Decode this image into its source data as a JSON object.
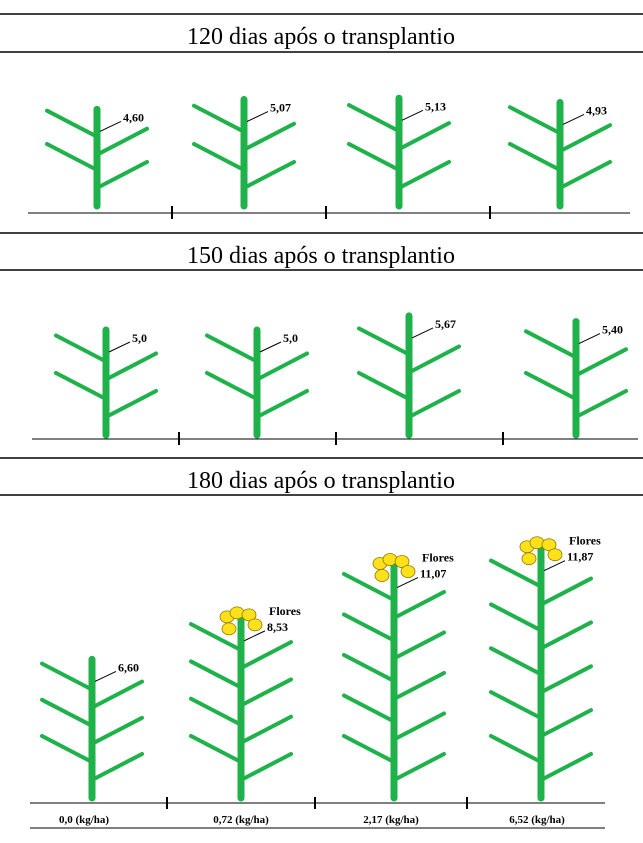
{
  "panels": [
    {
      "title": "120 dias após o transplantio",
      "plants": [
        {
          "value": 4.6,
          "label": "4,60",
          "flowers": false
        },
        {
          "value": 5.07,
          "label": "5,07",
          "flowers": false
        },
        {
          "value": 5.13,
          "label": "5,13",
          "flowers": false
        },
        {
          "value": 4.93,
          "label": "4,93",
          "flowers": false
        }
      ]
    },
    {
      "title": "150 dias após o transplantio",
      "plants": [
        {
          "value": 5.0,
          "label": "5,0",
          "flowers": false
        },
        {
          "value": 5.0,
          "label": "5,0",
          "flowers": false
        },
        {
          "value": 5.67,
          "label": "5,67",
          "flowers": false
        },
        {
          "value": 5.4,
          "label": "5,40",
          "flowers": false
        }
      ]
    },
    {
      "title": "180 dias após o transplantio",
      "plants": [
        {
          "value": 6.6,
          "label": "6,60",
          "flowers": false
        },
        {
          "value": 8.53,
          "label": "8,53",
          "flowers": true
        },
        {
          "value": 11.07,
          "label": "11,07",
          "flowers": true
        },
        {
          "value": 11.87,
          "label": "11,87",
          "flowers": true
        }
      ]
    }
  ],
  "flower_label": "Flores",
  "doses": [
    "0,0 (kg/ha)",
    "0,72 (kg/ha)",
    "2,17 (kg/ha)",
    "6,52 (kg/ha)"
  ],
  "colors": {
    "stem": "#1fb14a",
    "flower": "#ffe11a",
    "flower_outline": "#8a7a00",
    "line": "#000000"
  }
}
